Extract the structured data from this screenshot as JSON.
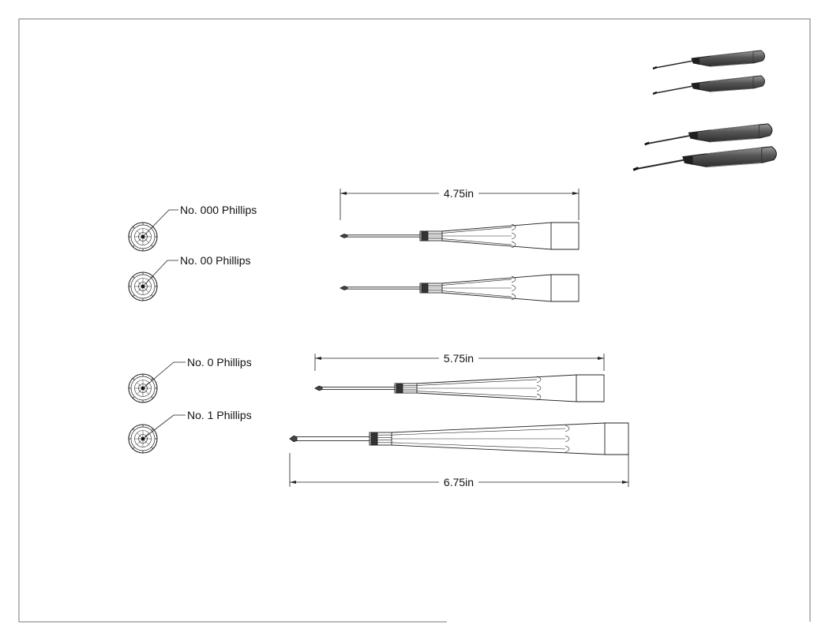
{
  "drawing": {
    "tip_labels": [
      "No. 000 Phillips",
      "No. 00 Phillips",
      "No. 0 Phillips",
      "No. 1 Phillips"
    ],
    "dimensions": [
      "4.75in",
      "5.75in",
      "6.75in"
    ]
  },
  "colors": {
    "line": "#222222",
    "frame": "#777777",
    "render_handle": "#555555",
    "render_handle_highlight": "#9a9a9a"
  },
  "icons": {
    "tip_view": "phillips-tip-icon",
    "render": "screwdriver-render-icon"
  }
}
